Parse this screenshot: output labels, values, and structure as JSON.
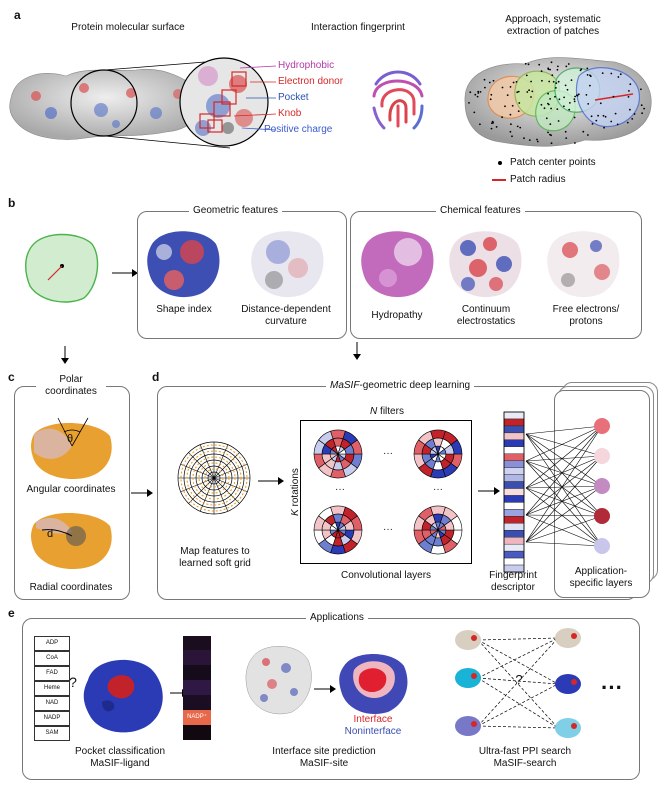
{
  "panel_a": {
    "letter": "a",
    "title_surface": "Protein molecular surface",
    "title_fingerprint": "Interaction fingerprint",
    "title_approach": "Approach, systematic extraction of patches",
    "features": [
      {
        "label": "Hydrophobic",
        "color": "#b23aa7"
      },
      {
        "label": "Electron donor",
        "color": "#d62728"
      },
      {
        "label": "Pocket",
        "color": "#2b4fb0"
      },
      {
        "label": "Knob",
        "color": "#d62728"
      },
      {
        "label": "Positive charge",
        "color": "#3b5bd0"
      }
    ],
    "legend_points": "Patch center points",
    "legend_radius": "Patch radius"
  },
  "panel_b": {
    "letter": "b",
    "geometric_title": "Geometric features",
    "chemical_title": "Chemical features",
    "geometric": [
      "Shape index",
      "Distance-dependent curvature"
    ],
    "chemical": [
      "Hydropathy",
      "Continuum electrostatics",
      "Free electrons/ protons"
    ]
  },
  "panel_c": {
    "letter": "c",
    "title": "Polar coordinates",
    "angular": "Angular coordinates",
    "radial": "Radial coordinates",
    "theta": "θ",
    "d": "d"
  },
  "panel_d": {
    "letter": "d",
    "title_italic": "MaSIF",
    "title_rest": "-geometric deep learning",
    "map_label": "Map features to learned soft grid",
    "n_filters_italic": "N",
    "n_filters_rest": " filters",
    "k_rotations_italic": "K",
    "k_rotations_rest": " rotations",
    "conv_label": "Convolutional layers",
    "fingerprint_label": "Fingerprint descriptor",
    "app_layers_label": "Application-specific layers",
    "ellipsis": "···"
  },
  "panel_e": {
    "letter": "e",
    "title": "Applications",
    "ligands": [
      "ADP",
      "CoA",
      "FAD",
      "Heme",
      "NAD",
      "NADP",
      "SAM"
    ],
    "question": "?",
    "selected_ligand": "NADP⁺",
    "pocket_label_1": "Pocket classification",
    "pocket_label_2": "MaSIF-ligand",
    "interface_label": "Interface",
    "noninterface_label": "Noninterface",
    "site_label_1": "Interface site prediction",
    "site_label_2": "MaSIF-site",
    "search_label_1": "Ultra-fast PPI search",
    "search_label_2": "MaSIF-search",
    "dots": "···"
  }
}
